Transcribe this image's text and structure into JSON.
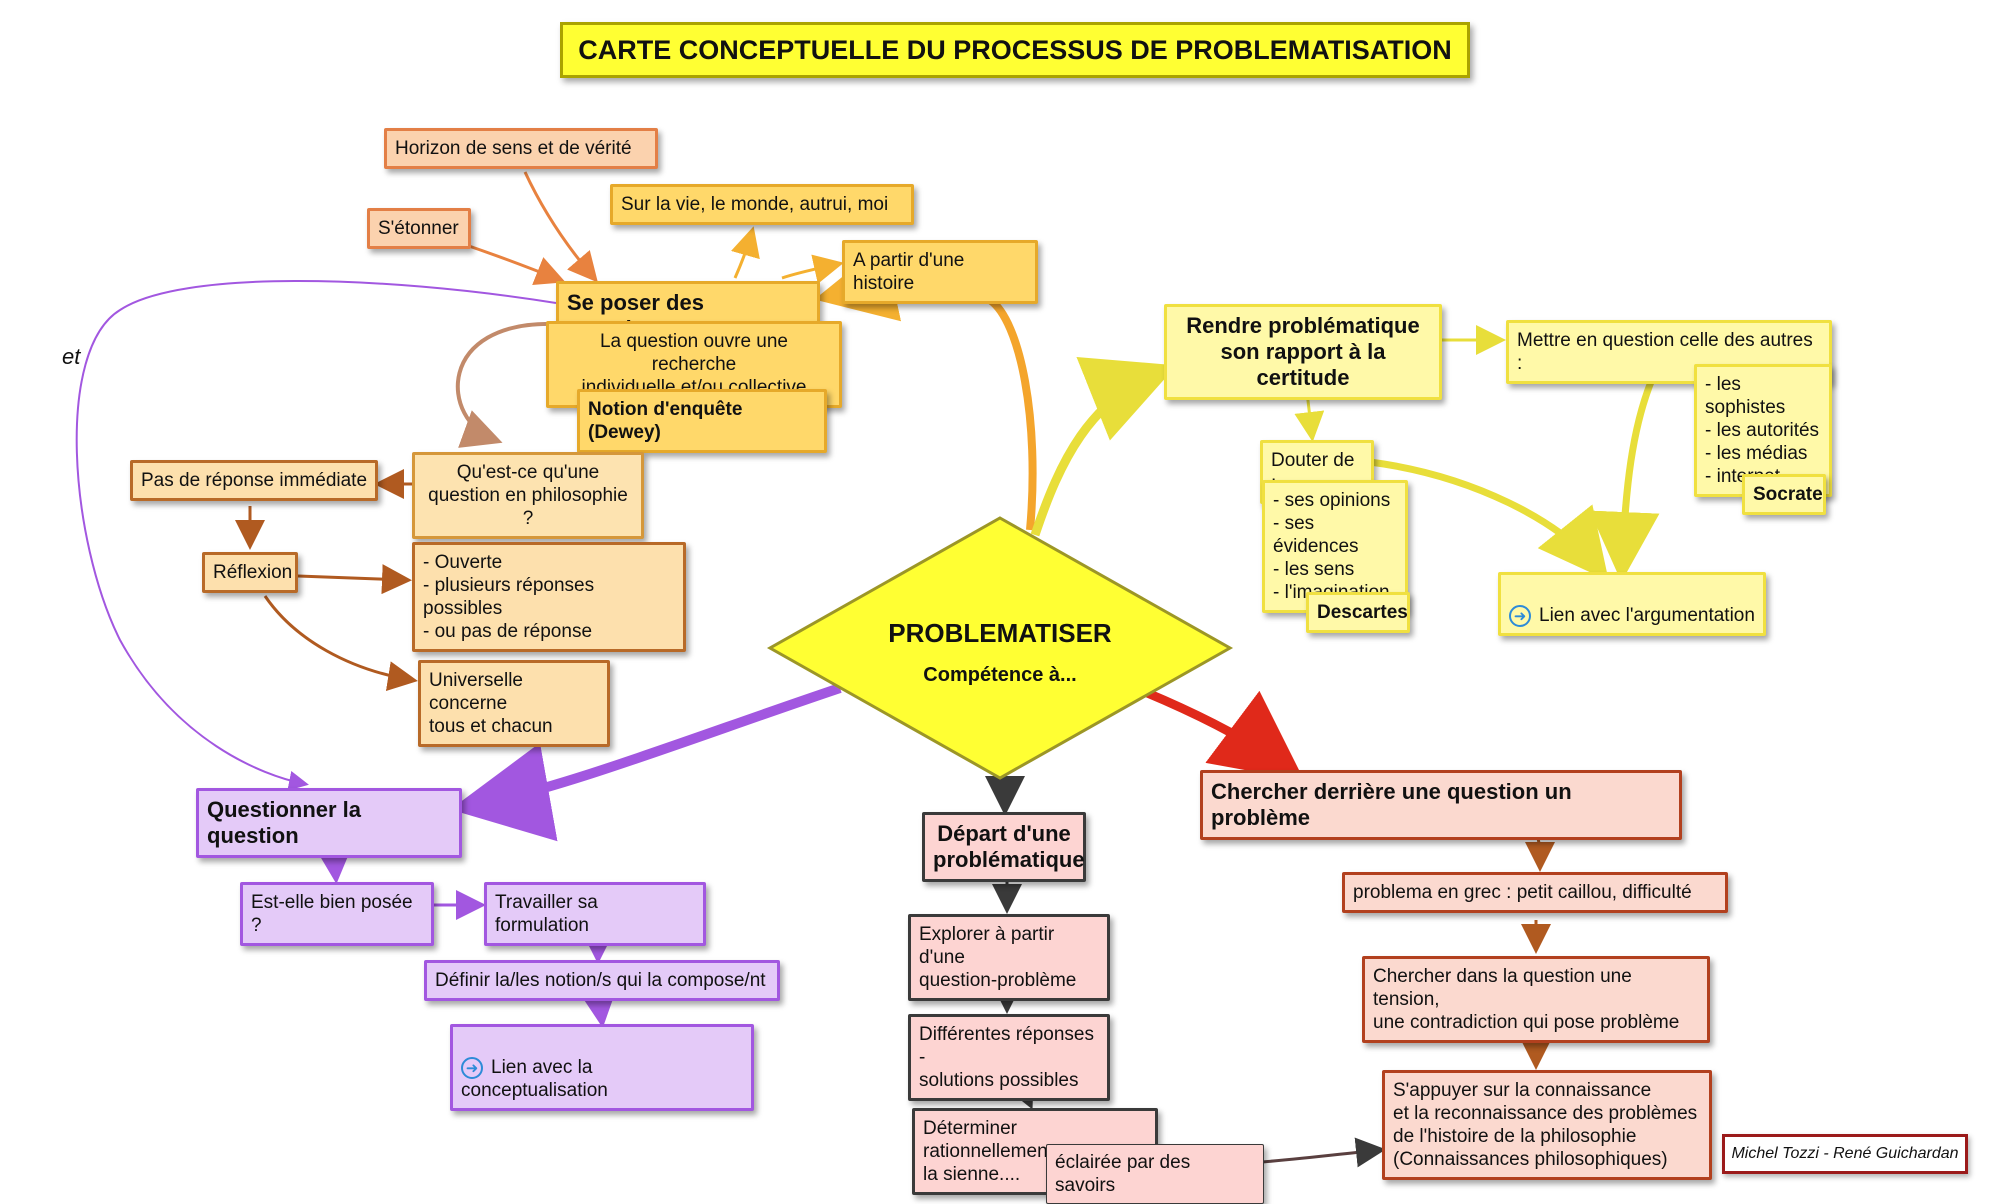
{
  "title": "CARTE CONCEPTUELLE DU PROCESSUS DE PROBLEMATISATION",
  "center": {
    "title": "PROBLEMATISER",
    "subtitle": "Compétence à..."
  },
  "et_label": "et",
  "nodes": {
    "horizon": "Horizon de sens et de vérité",
    "etonner": "S'étonner",
    "sur_la_vie": "Sur la vie, le monde, autrui, moi",
    "histoire": "A partir d'une histoire",
    "se_poser": "Se poser des questions",
    "question_ouvre": "La question ouvre une recherche\nindividuelle et/ou collective",
    "dewey": "Notion d'enquête (Dewey)",
    "quest_ce": "Qu'est-ce qu'une\nquestion en philosophie ?",
    "pas_de_reponse": "Pas de réponse immédiate",
    "reflexion": "Réflexion",
    "ouverte": "- Ouverte\n- plusieurs réponses possibles\n- ou pas de réponse",
    "universelle": "Universelle concerne\ntous et chacun",
    "rendre": "Rendre problématique\nson rapport à la certitude",
    "mettre": "Mettre en question celle des autres :",
    "sophistes": "- les sophistes\n- les autorités\n- les médias\n- internet",
    "socrate": "Socrate",
    "douter": "Douter de :",
    "opinions": "- ses opinions\n- ses évidences\n- les sens\n- l'imagination",
    "descartes": "Descartes",
    "lien_argumentation": "Lien avec l'argumentation",
    "questionner": "Questionner la question",
    "bien_posee": "Est-elle bien posée ?",
    "travailler": "Travailler sa formulation",
    "definir": "Définir la/les notion/s qui la compose/nt",
    "lien_conceptualisation": "Lien avec la conceptualisation",
    "depart": "Départ d'une\nproblématique",
    "explorer": "Explorer à partir d'une\nquestion-problème",
    "differentes": "Différentes réponses -\nsolutions possibles",
    "determiner": "Déterminer rationnellement\nla sienne....",
    "eclairee": "éclairée par des savoirs",
    "chercher": "Chercher derrière une question un problème",
    "problema": "problema en grec : petit caillou, difficulté",
    "tension": "Chercher dans la question une tension,\nune contradiction qui pose problème",
    "appuyer": "S'appuyer sur la connaissance\net la reconnaissance des problèmes\nde l'histoire de la philosophie\n(Connaissances philosophiques)"
  },
  "credit": "Michel Tozzi - René Guichardan",
  "icons": {
    "link": "arrow-circle-icon"
  },
  "colors": {
    "yellow": "#f0e040",
    "orange": "#e6a92a",
    "brown": "#b86a28",
    "purple": "#a257e0",
    "red": "#e0291a",
    "dark": "#3a3a3a",
    "title_bg": "#ffff33"
  }
}
